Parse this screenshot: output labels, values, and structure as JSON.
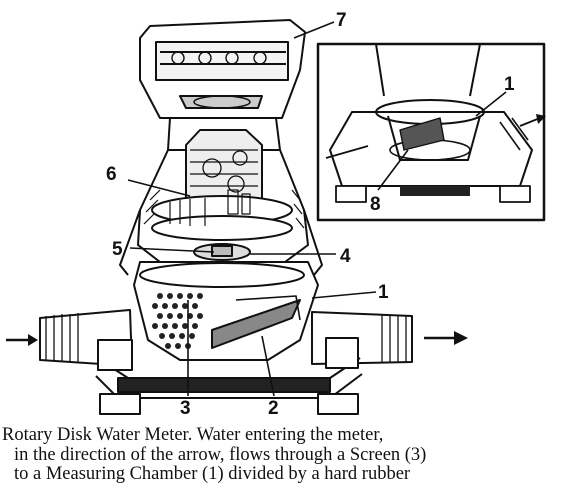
{
  "callouts": [
    "7",
    "1",
    "6",
    "8",
    "5",
    "4",
    "1",
    "3",
    "2"
  ],
  "caption": {
    "line1": "Rotary Disk Water Meter.   Water entering the meter,",
    "line2": "in the direction of the arrow, flows through a Screen (3)",
    "line3": "to a Measuring Chamber (1) divided by a hard rubber",
    "line4": ""
  }
}
